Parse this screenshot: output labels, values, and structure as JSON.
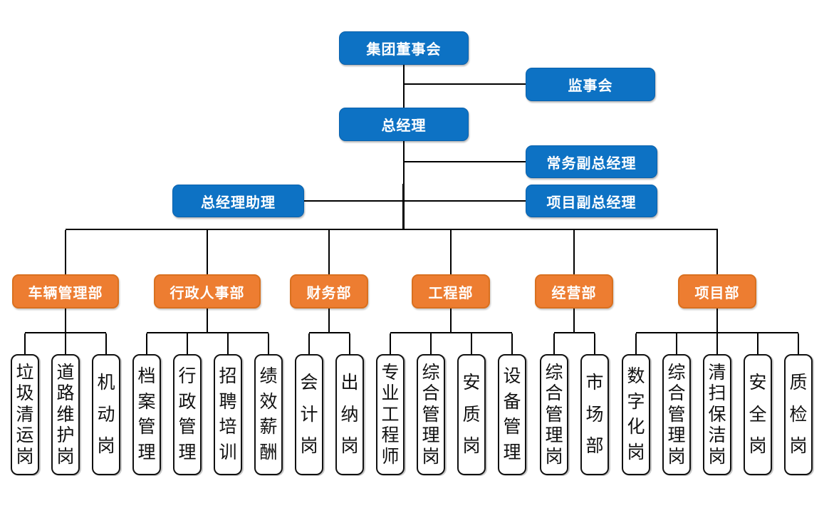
{
  "palette": {
    "node_blue": "#0d72c4",
    "node_blue_border": "#0a61ac",
    "node_orange": "#ed7d31",
    "node_orange_border": "#d9701f",
    "connector": "#000000",
    "position_box_border": "#111111"
  },
  "executives": {
    "board": "集团董事会",
    "supervisory": "监事会",
    "general_manager": "总经理",
    "deputy_gm_executive": "常务副总经理",
    "gm_assistant": "总经理助理",
    "deputy_gm_project": "项目副总经理"
  },
  "departments": [
    {
      "label": "车辆管理部",
      "children": [
        "垃圾清运岗",
        "道路维护岗",
        "机动岗"
      ]
    },
    {
      "label": "行政人事部",
      "children": [
        "档案管理",
        "行政管理",
        "招聘培训",
        "绩效薪酬"
      ]
    },
    {
      "label": "财务部",
      "children": [
        "会计岗",
        "出纳岗"
      ]
    },
    {
      "label": "工程部",
      "children": [
        "专业工程师",
        "综合管理岗",
        "安质岗",
        "设备管理"
      ]
    },
    {
      "label": "经营部",
      "children": [
        "综合管理岗",
        "市场部"
      ]
    },
    {
      "label": "项目部",
      "children": [
        "数字化岗",
        "综合管理岗",
        "清扫保洁岗",
        "安全岗",
        "质检岗"
      ]
    }
  ]
}
